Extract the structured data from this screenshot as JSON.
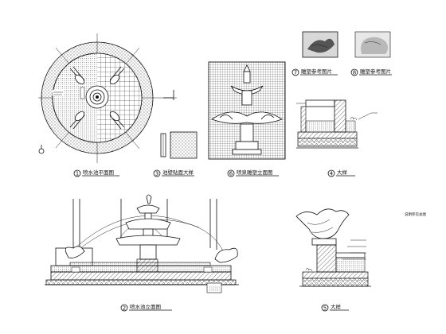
{
  "labels": {
    "plan": {
      "num": "1",
      "text": "喷水池平面图"
    },
    "material": {
      "num": "3",
      "text": "池壁贴面大样"
    },
    "fountain": {
      "num": "6",
      "text": "喷泉雕塑立面图"
    },
    "section": {
      "num": "4",
      "text": "大样"
    },
    "elevation": {
      "num": "2",
      "text": "喷水池立面图"
    },
    "detail5": {
      "num": "5",
      "text": "大样"
    },
    "photo7": {
      "num": "7",
      "text": "雕塑参考图片"
    },
    "photo8": {
      "num": "8",
      "text": "雕塑参考图片"
    },
    "note": {
      "text": "说明参见总图"
    }
  },
  "colors": {
    "ink": "#111111",
    "paper": "#ffffff",
    "stone": "#b8b8b8"
  }
}
